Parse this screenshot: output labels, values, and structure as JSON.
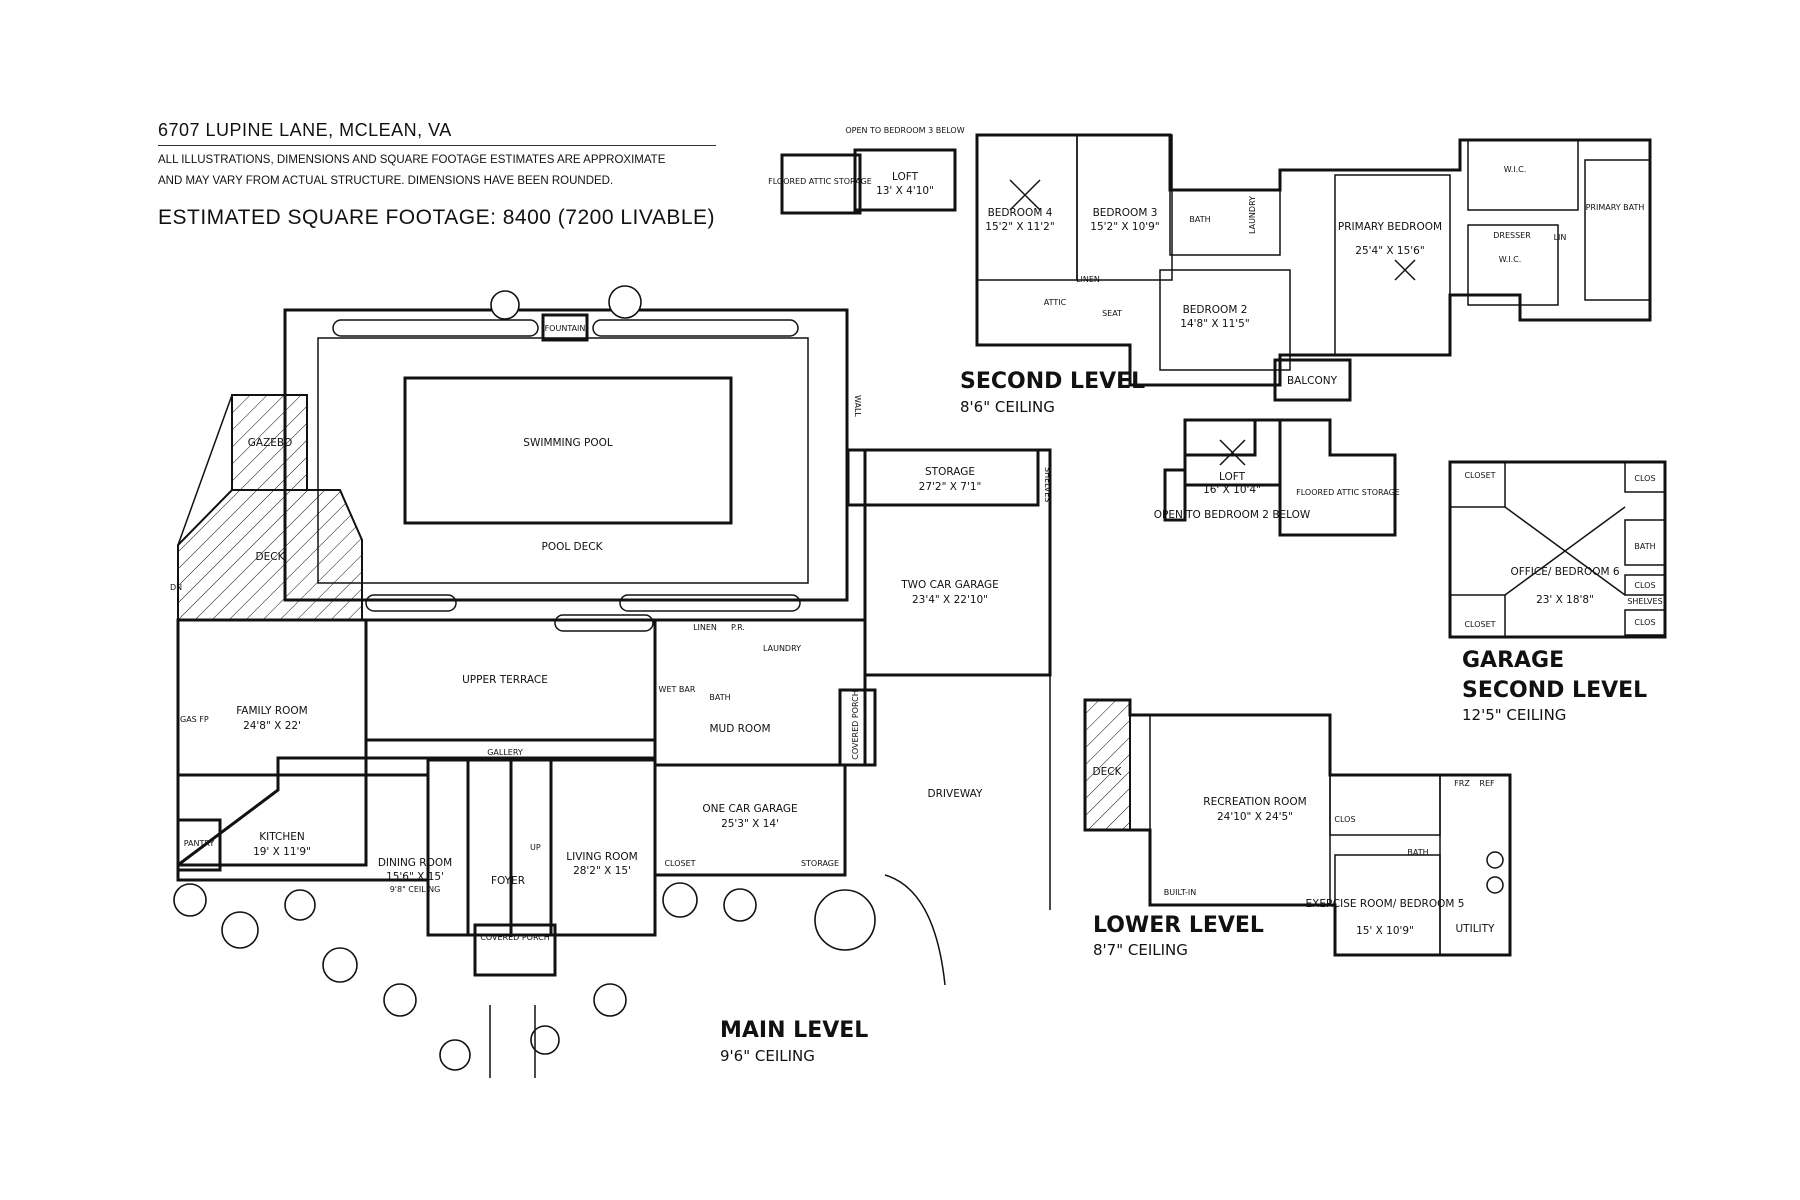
{
  "header": {
    "address": "6707 LUPINE LANE, MCLEAN, VA",
    "disclaimer_line1": "ALL ILLUSTRATIONS, DIMENSIONS AND SQUARE FOOTAGE ESTIMATES ARE APPROXIMATE",
    "disclaimer_line2": "AND MAY VARY FROM ACTUAL STRUCTURE. DIMENSIONS HAVE BEEN ROUNDED.",
    "square_footage": "ESTIMATED SQUARE FOOTAGE:  8400 (7200 LIVABLE)"
  },
  "levels": {
    "main": {
      "title": "MAIN LEVEL",
      "ceiling": "9'6\" CEILING"
    },
    "second": {
      "title": "SECOND LEVEL",
      "ceiling": "8'6\" CEILING"
    },
    "lower": {
      "title": "LOWER LEVEL",
      "ceiling": "8'7\" CEILING"
    },
    "garage_second": {
      "title_line1": "GARAGE",
      "title_line2": "SECOND LEVEL",
      "ceiling": "12'5\" CEILING"
    }
  },
  "main_level": {
    "fountain": "FOUNTAIN",
    "swimming_pool": "SWIMMING POOL",
    "pool_deck": "POOL DECK",
    "wall": "WALL",
    "gazebo": "GAZEBO",
    "deck": "DECK",
    "storage": {
      "name": "STORAGE",
      "dims": "27'2\" X 7'1\""
    },
    "shelves": "SHELVES",
    "two_car_garage": {
      "name": "TWO CAR GARAGE",
      "dims": "23'4\" X 22'10\""
    },
    "upper_terrace": "UPPER TERRACE",
    "family_room": {
      "name": "FAMILY ROOM",
      "dims": "24'8\" X 22'"
    },
    "gas_fp": "GAS FP",
    "linen": "LINEN",
    "pr": "P.R.",
    "laundry": "LAUNDRY",
    "wet_bar": "WET BAR",
    "bath": "BATH",
    "mud_room": "MUD ROOM",
    "covered_porch_side": "COVERED PORCH",
    "gallery": "GALLERY",
    "kitchen": {
      "name": "KITCHEN",
      "dims": "19' X 11'9\""
    },
    "pantry": "PANTRY",
    "dining_room": {
      "name": "DINING ROOM",
      "dims": "15'6\" X 15'",
      "note": "9'8\" CEILING"
    },
    "foyer": "FOYER",
    "living_room": {
      "name": "LIVING ROOM",
      "dims": "28'2\" X 15'"
    },
    "one_car_garage": {
      "name": "ONE CAR GARAGE",
      "dims": "25'3\" X 14'"
    },
    "closet": "CLOSET",
    "storage_small": "STORAGE",
    "driveway": "DRIVEWAY",
    "covered_porch_front": "COVERED PORCH",
    "dn": "DN",
    "up": "UP"
  },
  "second_level": {
    "open_to_bedroom3": "OPEN TO BEDROOM 3 BELOW",
    "floored_attic_storage": "FLOORED ATTIC STORAGE",
    "loft": {
      "name": "LOFT",
      "dims": "13' X 4'10\""
    },
    "bedroom4": {
      "name": "BEDROOM 4",
      "dims": "15'2\" X 11'2\""
    },
    "bedroom3": {
      "name": "BEDROOM 3",
      "dims": "15'2\" X 10'9\""
    },
    "bath": "BATH",
    "laundry": "LAUNDRY",
    "primary_bedroom": {
      "name": "PRIMARY BEDROOM",
      "dims": "25'4\" X 15'6\""
    },
    "wic": "W.I.C.",
    "primary_bath": "PRIMARY BATH",
    "dresser": "DRESSER",
    "attic": "ATTIC",
    "linen": "LINEN",
    "bedroom2": {
      "name": "BEDROOM 2",
      "dims": "14'8\" X 11'5\""
    },
    "balcony": "BALCONY",
    "seat": "SEAT",
    "lin": "LIN"
  },
  "loft2": {
    "loft": {
      "name": "LOFT",
      "dims": "16' X 10'4\""
    },
    "open_to_bedroom2": "OPEN TO BEDROOM 2 BELOW",
    "floored_attic_storage": "FLOORED ATTIC STORAGE"
  },
  "garage_second_level": {
    "closet": "CLOSET",
    "clos": "CLOS",
    "bath": "BATH",
    "shelves": "SHELVES",
    "office": {
      "name": "OFFICE/ BEDROOM 6",
      "dims": "23' X 18'8\""
    }
  },
  "lower_level": {
    "deck": "DECK",
    "recreation_room": {
      "name": "RECREATION ROOM",
      "dims": "24'10\" X 24'5\""
    },
    "clos": "CLOS",
    "bath": "BATH",
    "frz": "FRZ",
    "ref": "REF",
    "exercise_room": {
      "name": "EXERCISE ROOM/ BEDROOM 5",
      "dims": "15' X 10'9\""
    },
    "utility": "UTILITY",
    "builtin": "BUILT-IN"
  }
}
